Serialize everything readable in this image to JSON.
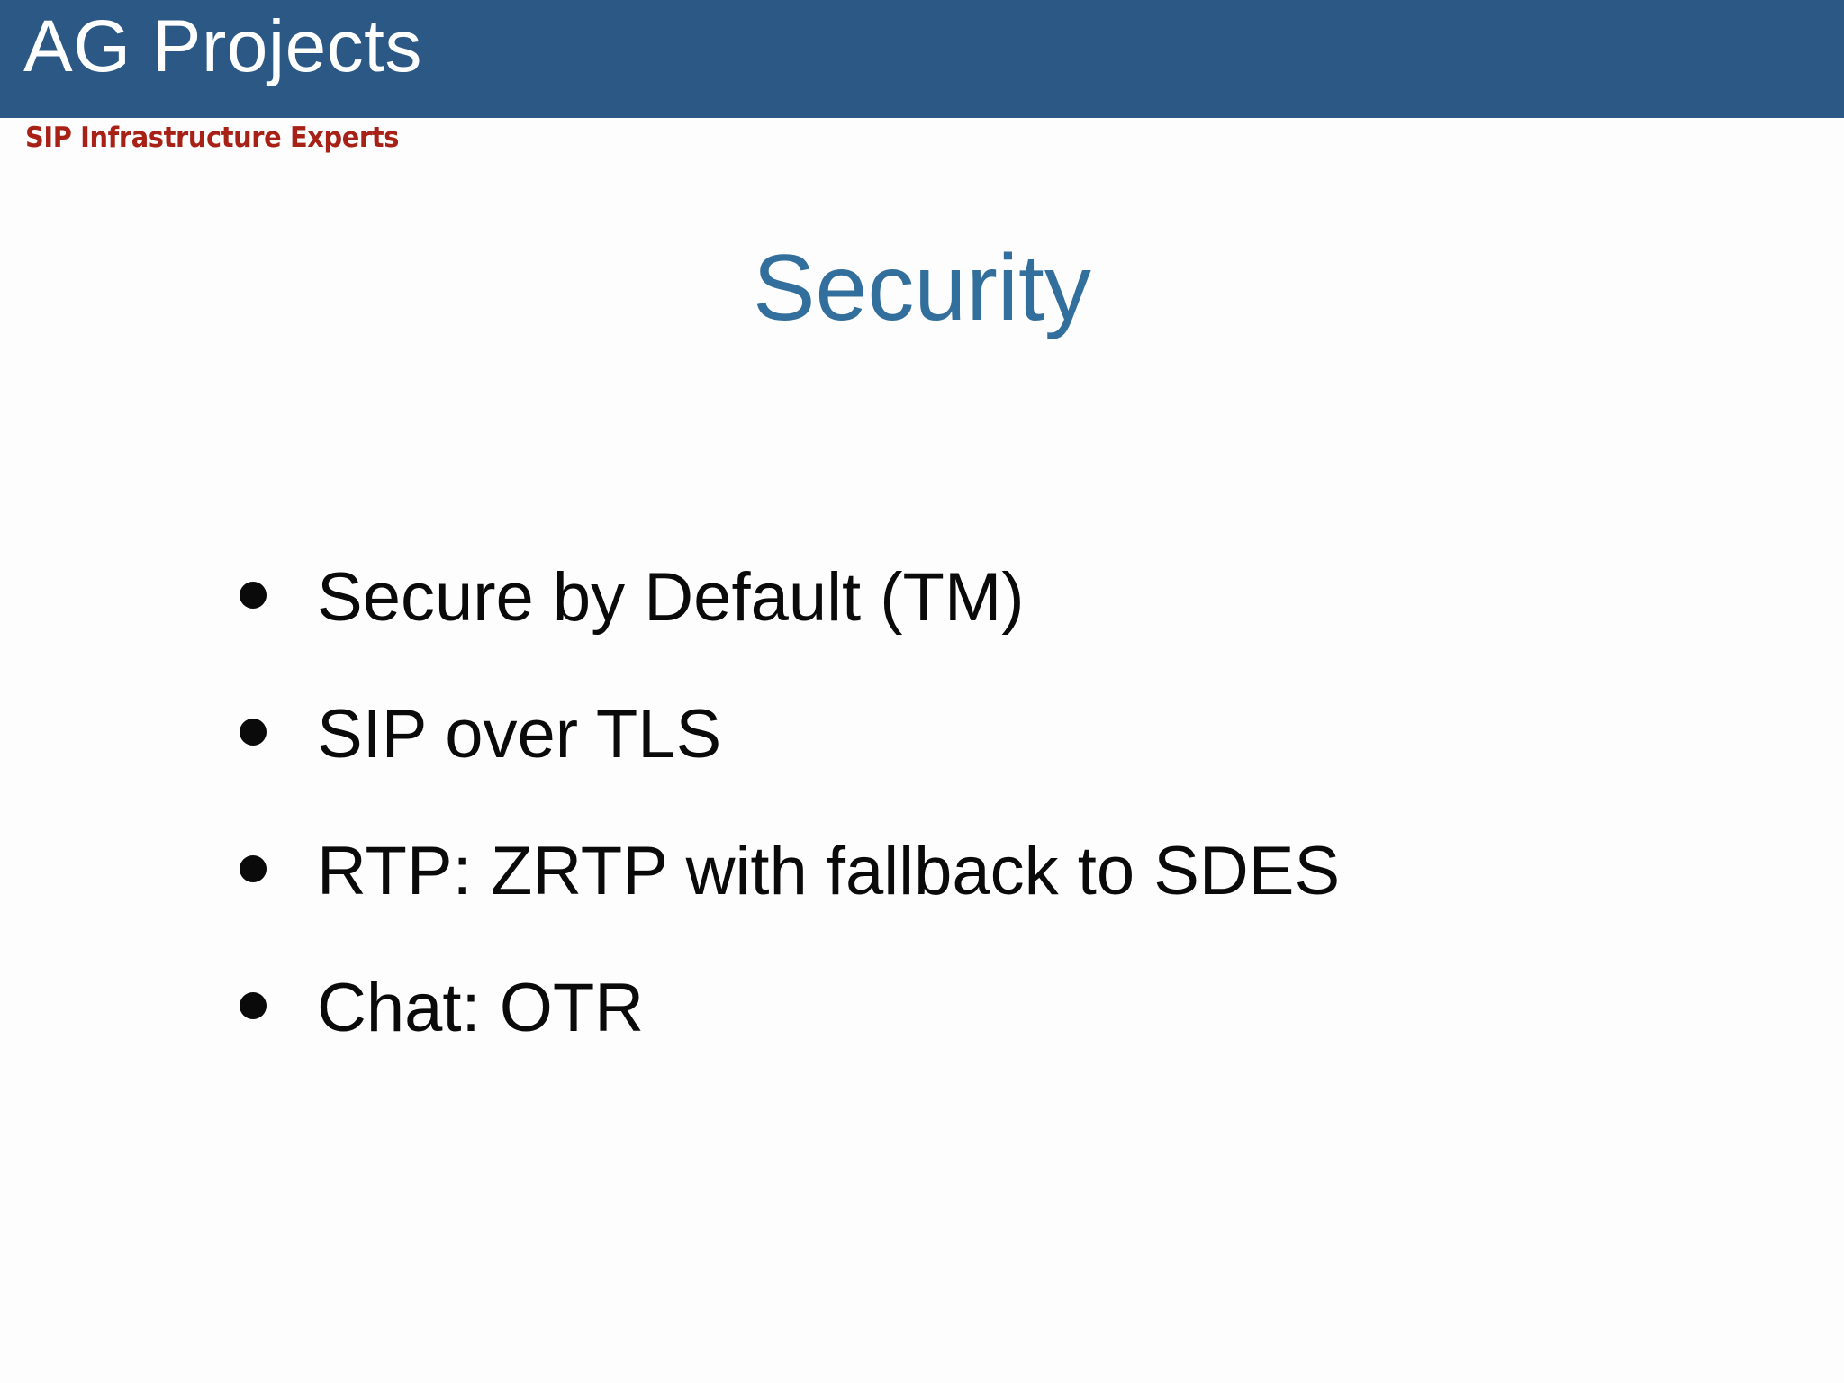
{
  "slide": {
    "header": {
      "brand": "AG Projects",
      "tagline": "SIP Infrastructure Experts",
      "band_color": "#2b5884",
      "brand_color": "#ffffff",
      "tagline_color": "#a82116"
    },
    "title": "Security",
    "title_color": "#336f9c",
    "background_color": "#fdfdfd",
    "bullets": [
      {
        "text": "Secure by Default (TM)"
      },
      {
        "text": "SIP over TLS"
      },
      {
        "text": "RTP: ZRTP with fallback to SDES"
      },
      {
        "text": "Chat: OTR"
      }
    ]
  }
}
